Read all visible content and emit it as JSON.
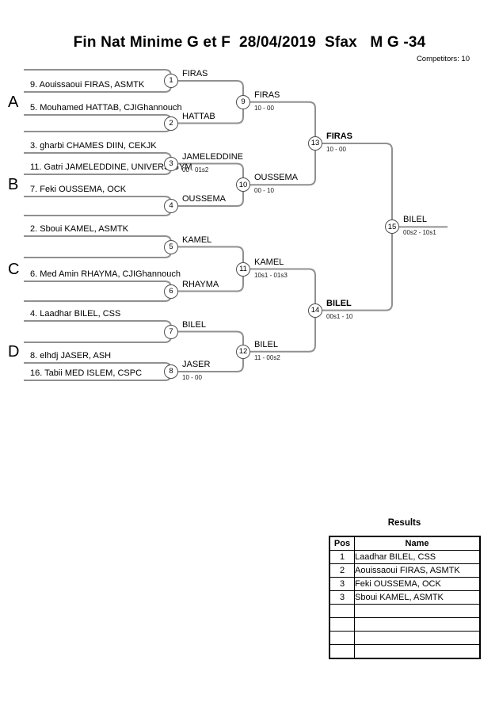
{
  "header": {
    "title": "Fin Nat Minime G et F  28/04/2019  Sfax   M G -34",
    "competitors_label": "Competitors: 10"
  },
  "bracket": {
    "groups": [
      "A",
      "B",
      "C",
      "D"
    ],
    "entries": [
      {
        "name": ""
      },
      {
        "name": "9. Aouissaoui FIRAS, ASMTK"
      },
      {
        "name": "5. Mouhamed HATTAB, CJIGhannouch"
      },
      {
        "name": ""
      },
      {
        "name": "3. gharbi CHAMES DIIN, CEKJK"
      },
      {
        "name": "11. Gatri JAMELEDDINE, UNIVERS GYM"
      },
      {
        "name": "7. Feki OUSSEMA, OCK"
      },
      {
        "name": ""
      },
      {
        "name": "2. Sboui KAMEL, ASMTK"
      },
      {
        "name": ""
      },
      {
        "name": "6. Med Amin RHAYMA, CJIGhannouch"
      },
      {
        "name": ""
      },
      {
        "name": "4. Laadhar BILEL, CSS"
      },
      {
        "name": ""
      },
      {
        "name": "8. elhdj JASER, ASH"
      },
      {
        "name": "16. Tabii MED ISLEM, CSPC"
      }
    ],
    "matches": [
      {
        "no": 1,
        "winner": "FIRAS",
        "score": "",
        "bold": false
      },
      {
        "no": 2,
        "winner": "HATTAB",
        "score": "",
        "bold": false
      },
      {
        "no": 3,
        "winner": "JAMELEDDINE",
        "score": "00 - 01s2",
        "bold": false
      },
      {
        "no": 4,
        "winner": "OUSSEMA",
        "score": "",
        "bold": false
      },
      {
        "no": 5,
        "winner": "KAMEL",
        "score": "",
        "bold": false
      },
      {
        "no": 6,
        "winner": "RHAYMA",
        "score": "",
        "bold": false
      },
      {
        "no": 7,
        "winner": "BILEL",
        "score": "",
        "bold": false
      },
      {
        "no": 8,
        "winner": "JASER",
        "score": "10 - 00",
        "bold": false
      },
      {
        "no": 9,
        "winner": "FIRAS",
        "score": "10 - 00",
        "bold": false
      },
      {
        "no": 10,
        "winner": "OUSSEMA",
        "score": "00 - 10",
        "bold": false
      },
      {
        "no": 11,
        "winner": "KAMEL",
        "score": "10s1 - 01s3",
        "bold": false
      },
      {
        "no": 12,
        "winner": "BILEL",
        "score": "11 - 00s2",
        "bold": false
      },
      {
        "no": 13,
        "winner": "FIRAS",
        "score": "10 - 00",
        "bold": true
      },
      {
        "no": 14,
        "winner": "BILEL",
        "score": "00s1 - 10",
        "bold": true
      },
      {
        "no": 15,
        "winner": "BILEL",
        "score": "00s2 - 10s1",
        "bold": false
      }
    ],
    "line_color": "#909090",
    "circle_border_color": "#4f4f4f"
  },
  "results": {
    "title": "Results",
    "columns": [
      "Pos",
      "Name"
    ],
    "rows": [
      [
        "1",
        "Laadhar BILEL, CSS"
      ],
      [
        "2",
        "Aouissaoui FIRAS, ASMTK"
      ],
      [
        "3",
        "Feki OUSSEMA, OCK"
      ],
      [
        "3",
        "Sboui KAMEL, ASMTK"
      ],
      [
        "",
        ""
      ],
      [
        "",
        ""
      ],
      [
        "",
        ""
      ],
      [
        "",
        ""
      ]
    ]
  }
}
